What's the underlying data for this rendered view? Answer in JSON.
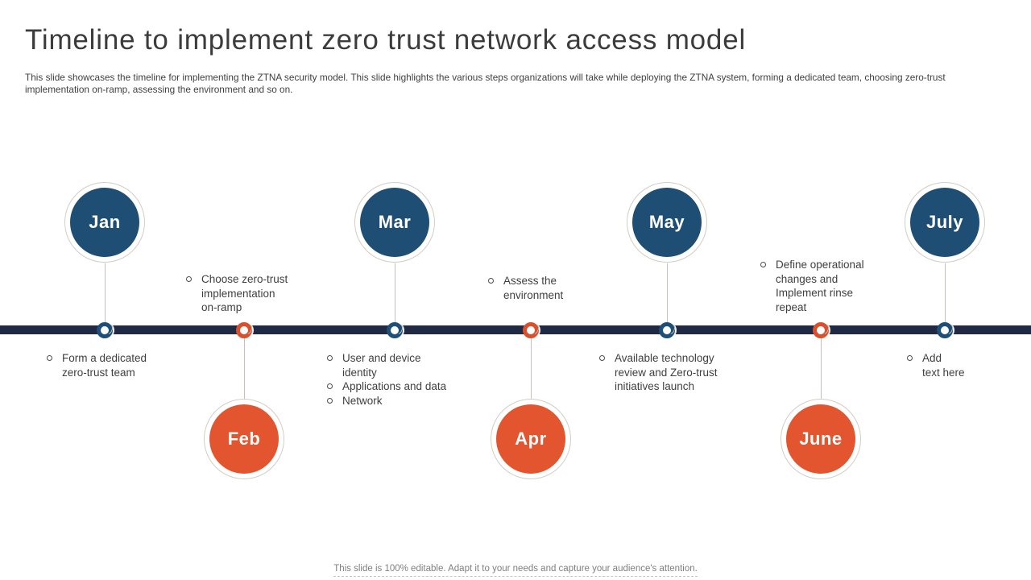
{
  "slide": {
    "title": "Timeline to implement zero trust network access model",
    "description": "This slide showcases the timeline for implementing the ZTNA security model. This slide highlights the various steps organizations will take while deploying the ZTNA system, forming a dedicated team, choosing zero-trust\nimplementation on-ramp, assessing the environment and so on.",
    "footer": "This slide is 100% editable. Adapt it to your needs and capture your audience's attention."
  },
  "colors": {
    "navy_circle": "#1F4E74",
    "orange_circle": "#E2552F",
    "timeline_bar": "#212A45",
    "body_text": "#3F3F3F",
    "footer_text": "#7F7F7F"
  },
  "timeline": {
    "milestones": [
      {
        "month": "Jan",
        "side": "above",
        "color": "navy",
        "items": [
          "Form a dedicated\nzero-trust team"
        ]
      },
      {
        "month": "Feb",
        "side": "below",
        "color": "orange",
        "items": [
          "Choose zero-trust\nimplementation\non-ramp"
        ]
      },
      {
        "month": "Mar",
        "side": "above",
        "color": "navy",
        "items": [
          "User and device\nidentity",
          "Applications and data",
          "Network"
        ]
      },
      {
        "month": "Apr",
        "side": "below",
        "color": "orange",
        "items": [
          "Assess the\nenvironment"
        ]
      },
      {
        "month": "May",
        "side": "above",
        "color": "navy",
        "items": [
          "Available technology\nreview and Zero-trust\ninitiatives launch"
        ]
      },
      {
        "month": "June",
        "side": "below",
        "color": "orange",
        "items": [
          "Define operational\nchanges and\nImplement rinse\nrepeat"
        ]
      },
      {
        "month": "July",
        "side": "above",
        "color": "navy",
        "items": [
          "Add\ntext here"
        ]
      }
    ]
  }
}
